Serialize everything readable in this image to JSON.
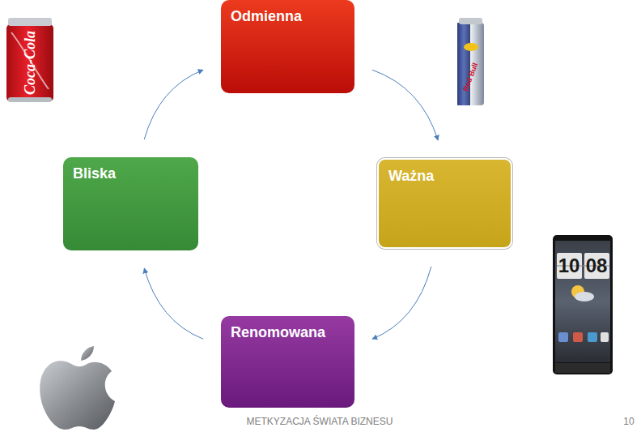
{
  "diagram": {
    "nodes": [
      {
        "text": [
          "Odmienna"
        ]
      },
      {
        "text": [
          "Ważna"
        ]
      },
      {
        "text": [
          "Renomowana"
        ]
      },
      {
        "text": [
          "Bliska"
        ]
      }
    ],
    "edges": [
      {
        "from": 0,
        "to": 1,
        "arrow": "to"
      },
      {
        "from": 1,
        "to": 2,
        "arrow": "to"
      },
      {
        "from": 2,
        "to": 3,
        "arrow": "to"
      },
      {
        "from": 3,
        "to": 0,
        "arrow": "to"
      }
    ],
    "labels": [
      "Coca-Cola",
      "Red Bull",
      "10",
      "08",
      "METKYZACJA ŚWIATA BIZNESU",
      "10"
    ]
  }
}
